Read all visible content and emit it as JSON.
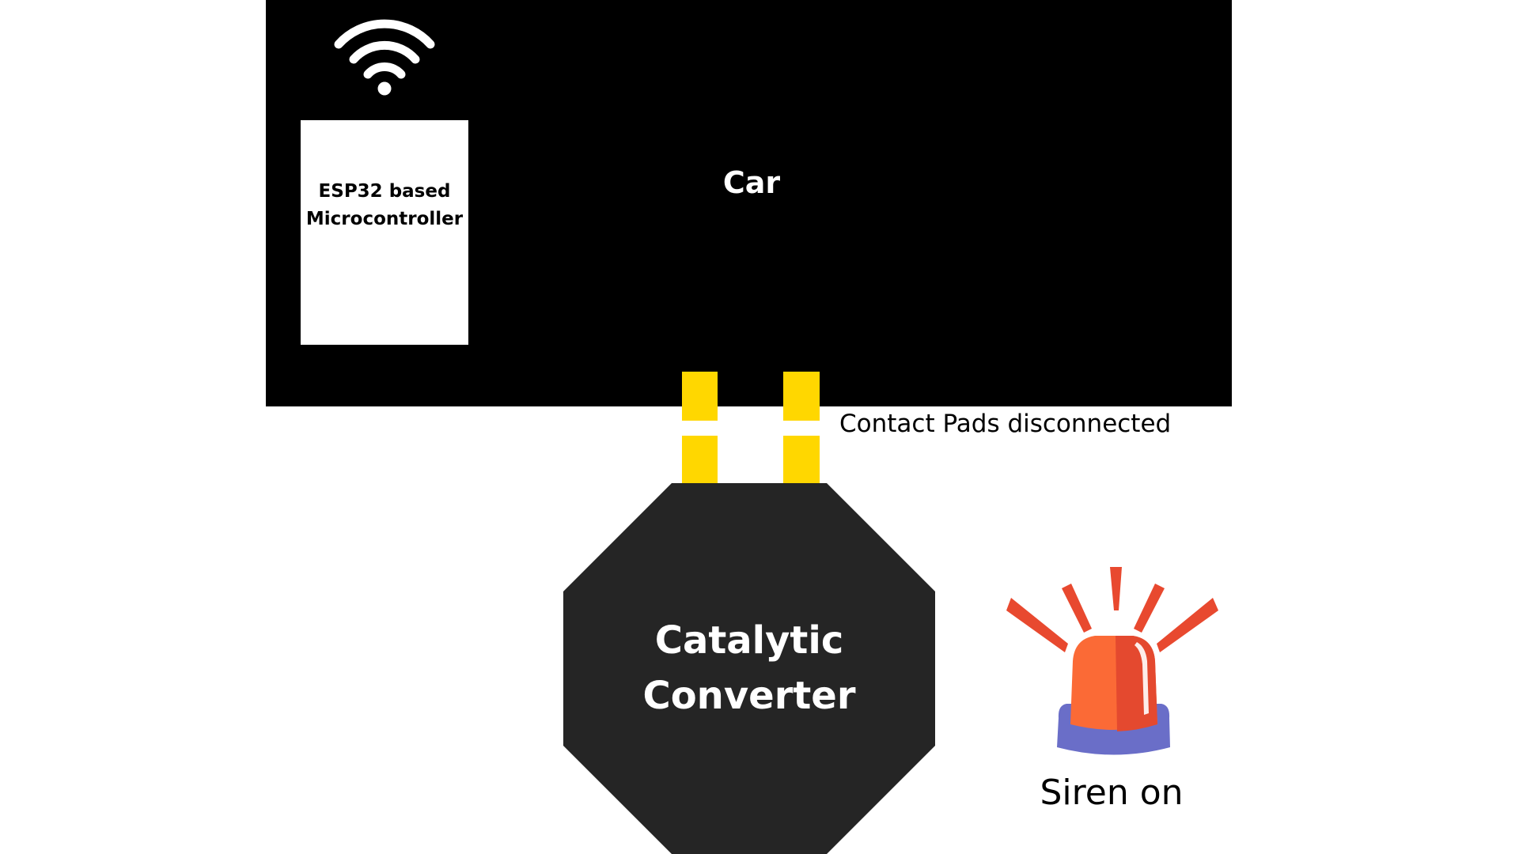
{
  "diagram": {
    "car": {
      "label": "Car",
      "color": "#000000"
    },
    "microcontroller": {
      "line1": "ESP32 based",
      "line2": "Microcontroller",
      "icon": "wifi-icon"
    },
    "contact_pads": {
      "label": "Contact Pads disconnected",
      "color": "#ffd700",
      "state": "disconnected"
    },
    "catalytic_converter": {
      "line1": "Catalytic",
      "line2": "Converter",
      "color": "#252525"
    },
    "siren": {
      "label": "Siren on",
      "icon": "siren-icon",
      "colors": {
        "dome": "#fb6a36",
        "dome_shade": "#e4492f",
        "rays": "#e8492f",
        "base": "#6a6ec8"
      }
    }
  }
}
